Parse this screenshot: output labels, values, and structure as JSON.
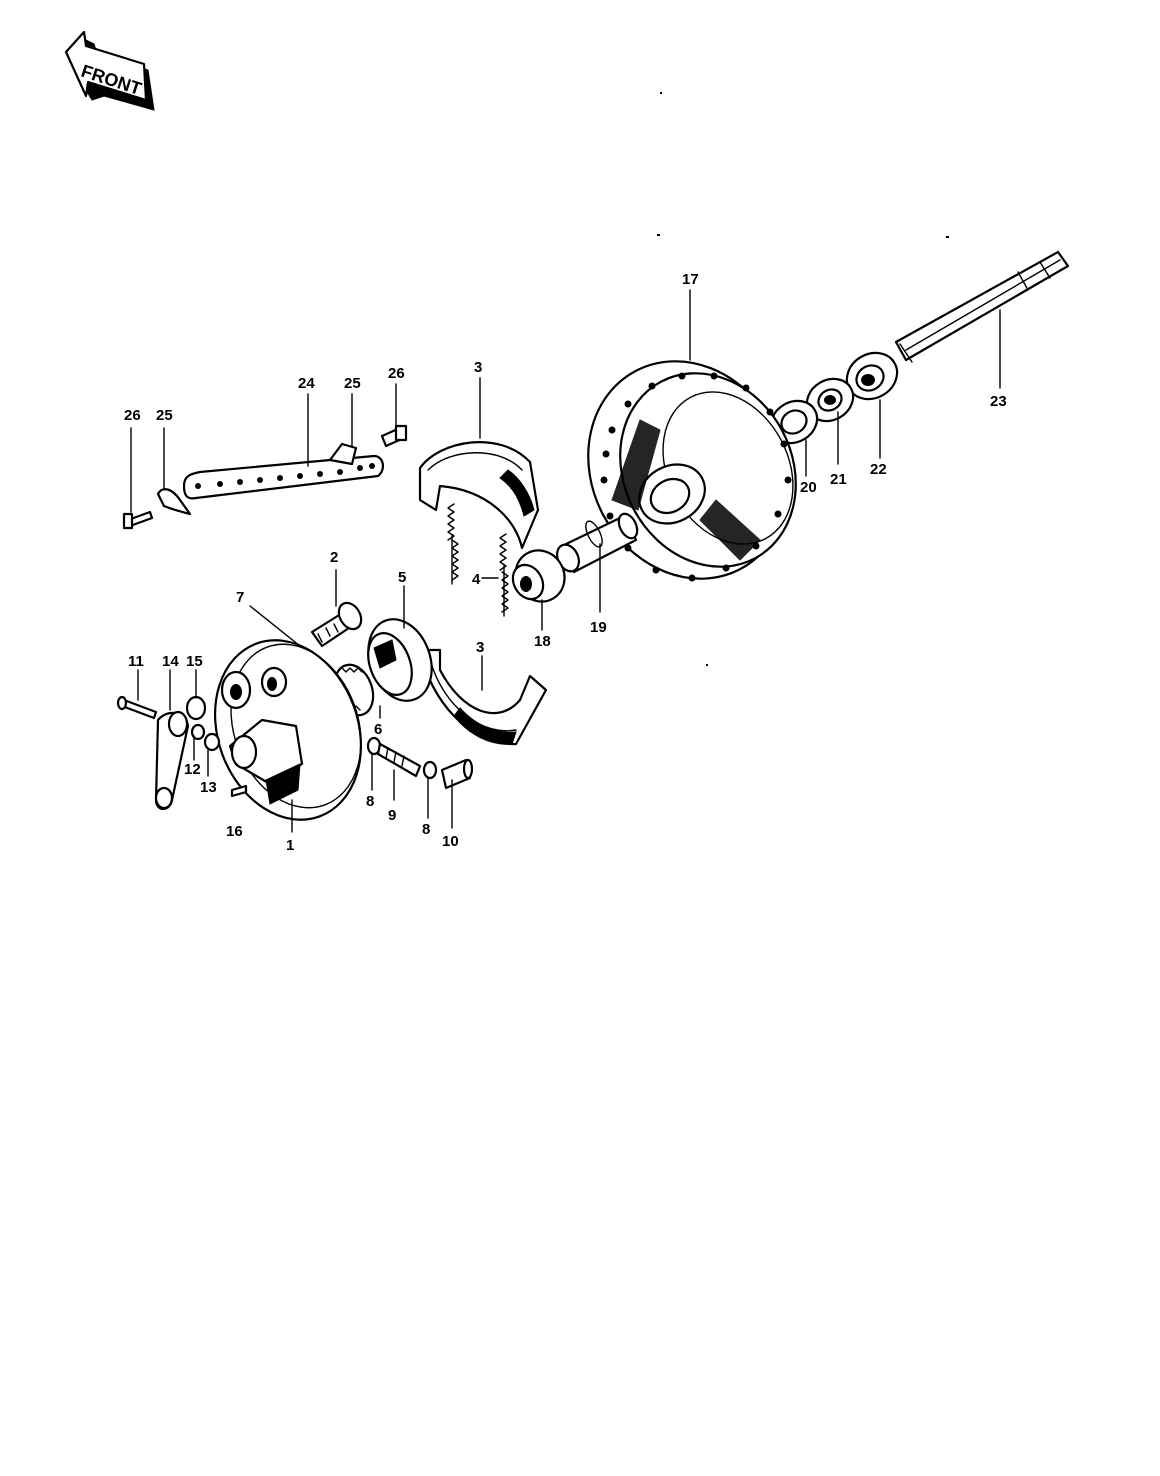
{
  "badge": {
    "text": "FRONT"
  },
  "callouts": [
    {
      "id": "c1",
      "text": "1"
    },
    {
      "id": "c2",
      "text": "2"
    },
    {
      "id": "c3a",
      "text": "3"
    },
    {
      "id": "c3b",
      "text": "3"
    },
    {
      "id": "c4",
      "text": "4"
    },
    {
      "id": "c5",
      "text": "5"
    },
    {
      "id": "c6",
      "text": "6"
    },
    {
      "id": "c7",
      "text": "7"
    },
    {
      "id": "c8a",
      "text": "8"
    },
    {
      "id": "c8b",
      "text": "8"
    },
    {
      "id": "c9",
      "text": "9"
    },
    {
      "id": "c10",
      "text": "10"
    },
    {
      "id": "c11",
      "text": "11"
    },
    {
      "id": "c12",
      "text": "12"
    },
    {
      "id": "c13",
      "text": "13"
    },
    {
      "id": "c14",
      "text": "14"
    },
    {
      "id": "c15",
      "text": "15"
    },
    {
      "id": "c16",
      "text": "16"
    },
    {
      "id": "c17",
      "text": "17"
    },
    {
      "id": "c18",
      "text": "18"
    },
    {
      "id": "c19",
      "text": "19"
    },
    {
      "id": "c20",
      "text": "20"
    },
    {
      "id": "c21",
      "text": "21"
    },
    {
      "id": "c22",
      "text": "22"
    },
    {
      "id": "c23",
      "text": "23"
    },
    {
      "id": "c24",
      "text": "24"
    },
    {
      "id": "c25a",
      "text": "25"
    },
    {
      "id": "c25b",
      "text": "25"
    },
    {
      "id": "c26a",
      "text": "26"
    },
    {
      "id": "c26b",
      "text": "26"
    }
  ]
}
